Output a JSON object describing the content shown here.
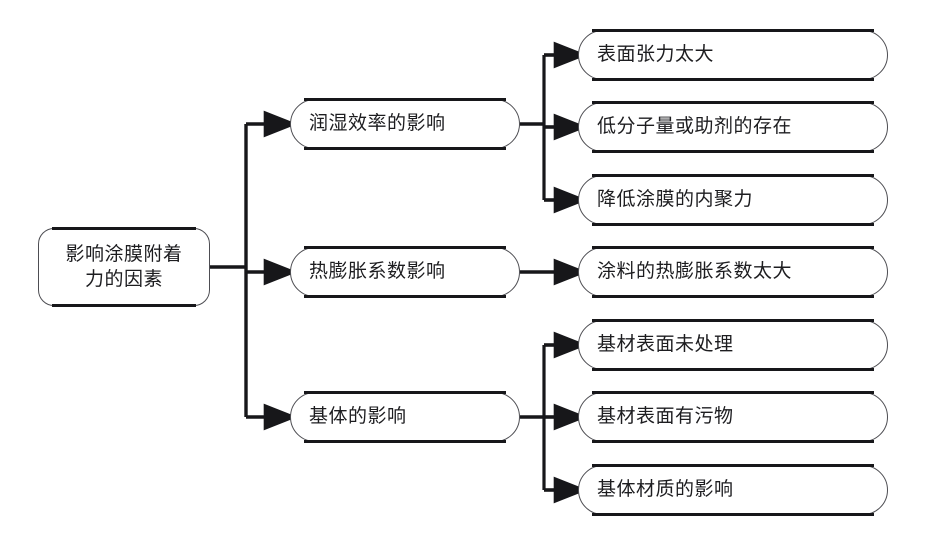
{
  "diagram": {
    "type": "tree",
    "orientation": "left-to-right",
    "language": "zh-CN",
    "colors": {
      "background": "#ffffff",
      "box_fill": "#ffffff",
      "box_border": "#4d4d52",
      "box_rail": "#17171a",
      "text": "#1d1d20",
      "connector": "#17171a"
    },
    "root": {
      "id": "root",
      "label": "影响涂膜附着\n力的因素"
    },
    "branches": [
      {
        "id": "branch-wetting",
        "label": "润湿效率的影响",
        "children": [
          {
            "id": "leaf-surface-tension",
            "label": "表面张力太大"
          },
          {
            "id": "leaf-low-molecular",
            "label": "低分子量或助剂的存在"
          },
          {
            "id": "leaf-cohesion",
            "label": "降低涂膜的内聚力"
          }
        ]
      },
      {
        "id": "branch-thermal-expansion",
        "label": "热膨胀系数影响",
        "children": [
          {
            "id": "leaf-coating-cte",
            "label": "涂料的热膨胀系数太大"
          }
        ]
      },
      {
        "id": "branch-substrate",
        "label": "基体的影响",
        "children": [
          {
            "id": "leaf-untreated-surface",
            "label": "基材表面未处理"
          },
          {
            "id": "leaf-contaminated-surface",
            "label": "基材表面有污物"
          },
          {
            "id": "leaf-substrate-material",
            "label": "基体材质的影响"
          }
        ]
      }
    ]
  }
}
